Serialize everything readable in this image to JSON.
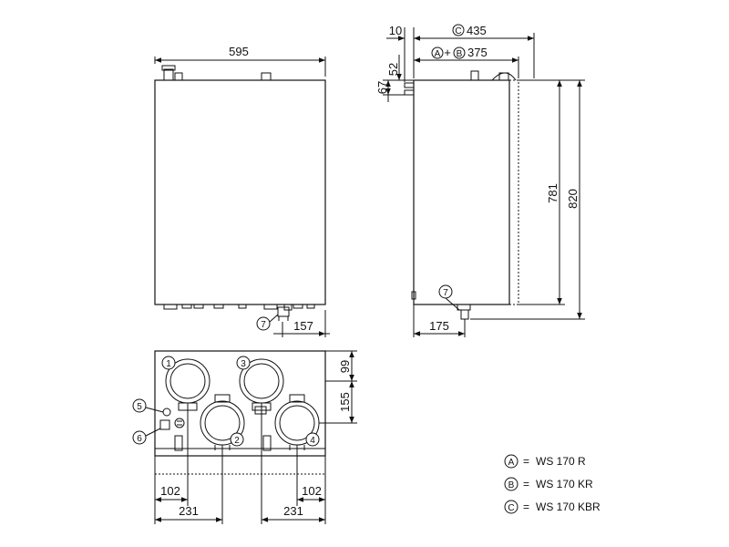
{
  "diagram": {
    "front_view": {
      "width_dim": "595",
      "offset_dim": "157",
      "callout": "7"
    },
    "side_view": {
      "dim_10": "10",
      "dim_c": "435",
      "dim_c_letter": "C",
      "dim_ab": "375",
      "dim_a_letter": "A",
      "dim_b_letter": "B",
      "plus_sign": "+",
      "dim_52": "52",
      "dim_67": "67",
      "dim_781": "781",
      "dim_820": "820",
      "dim_175": "175",
      "callout": "7"
    },
    "bottom_view": {
      "dim_99": "99",
      "dim_155": "155",
      "dim_102_left": "102",
      "dim_231_left": "231",
      "dim_102_right": "102",
      "dim_231_right": "231",
      "callouts": [
        "1",
        "2",
        "3",
        "4",
        "5",
        "6"
      ]
    },
    "legend": [
      {
        "letter": "A",
        "eq": "=",
        "model": "WS 170 R"
      },
      {
        "letter": "B",
        "eq": "=",
        "model": "WS 170 KR"
      },
      {
        "letter": "C",
        "eq": "=",
        "model": "WS 170 KBR"
      }
    ]
  }
}
